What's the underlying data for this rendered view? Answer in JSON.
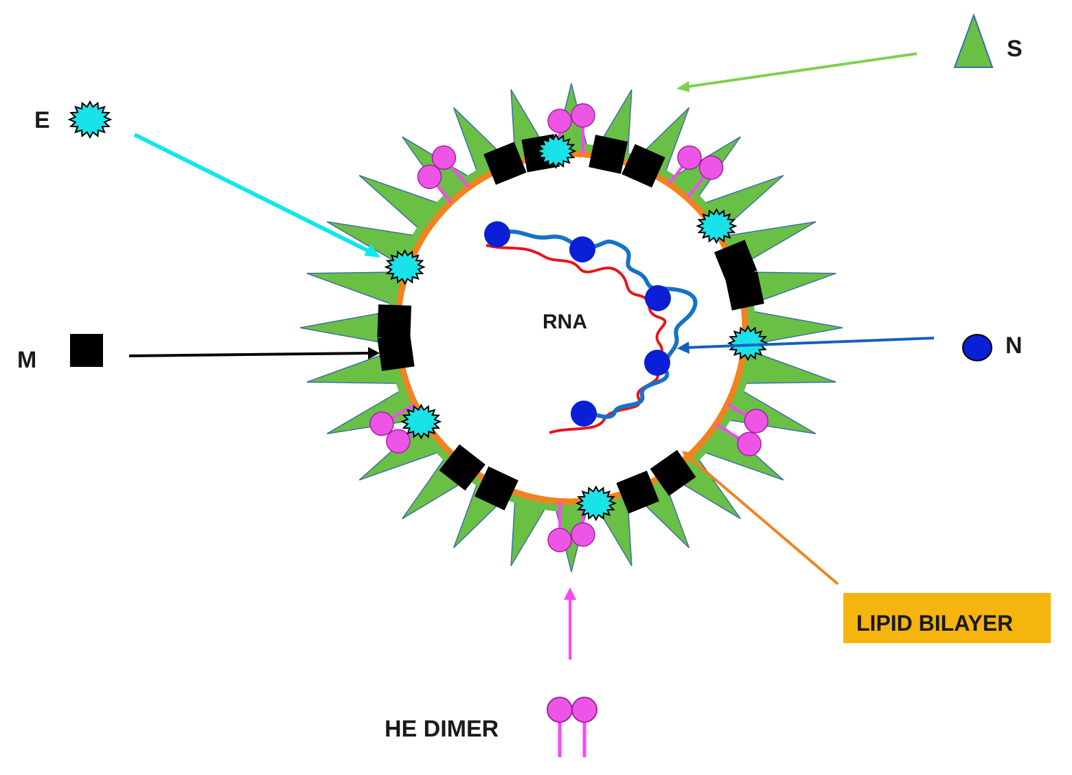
{
  "diagram": {
    "center_label": "RNA",
    "legend": {
      "spike": {
        "label": "S"
      },
      "envelope": {
        "label": "E"
      },
      "membrane": {
        "label": "M"
      },
      "nucleocapsid": {
        "label": "N"
      },
      "he_dimer": {
        "label": "HE DIMER"
      },
      "lipid_bilayer": {
        "label": "LIPID BILAYER"
      }
    },
    "colors": {
      "spike": "#6abf45",
      "spike_outline": "#3b6ea8",
      "envelope": "#19e3e8",
      "membrane": "#000000",
      "nucleocapsid": "#0a1fd6",
      "he_dimer": "#ee55e6",
      "he_stem": "#ff44ff",
      "lipid_bilayer": "#f2821f",
      "lipid_box": "#f6b40e",
      "arrow_s": "#7ed04c",
      "arrow_e": "#12e6ee",
      "arrow_m": "#000000",
      "arrow_n": "#1560bd",
      "arrow_lipid": "#f2821f",
      "arrow_he": "#ff44ff",
      "rna_red": "#e8141a",
      "rna_blue": "#1573c7"
    }
  }
}
